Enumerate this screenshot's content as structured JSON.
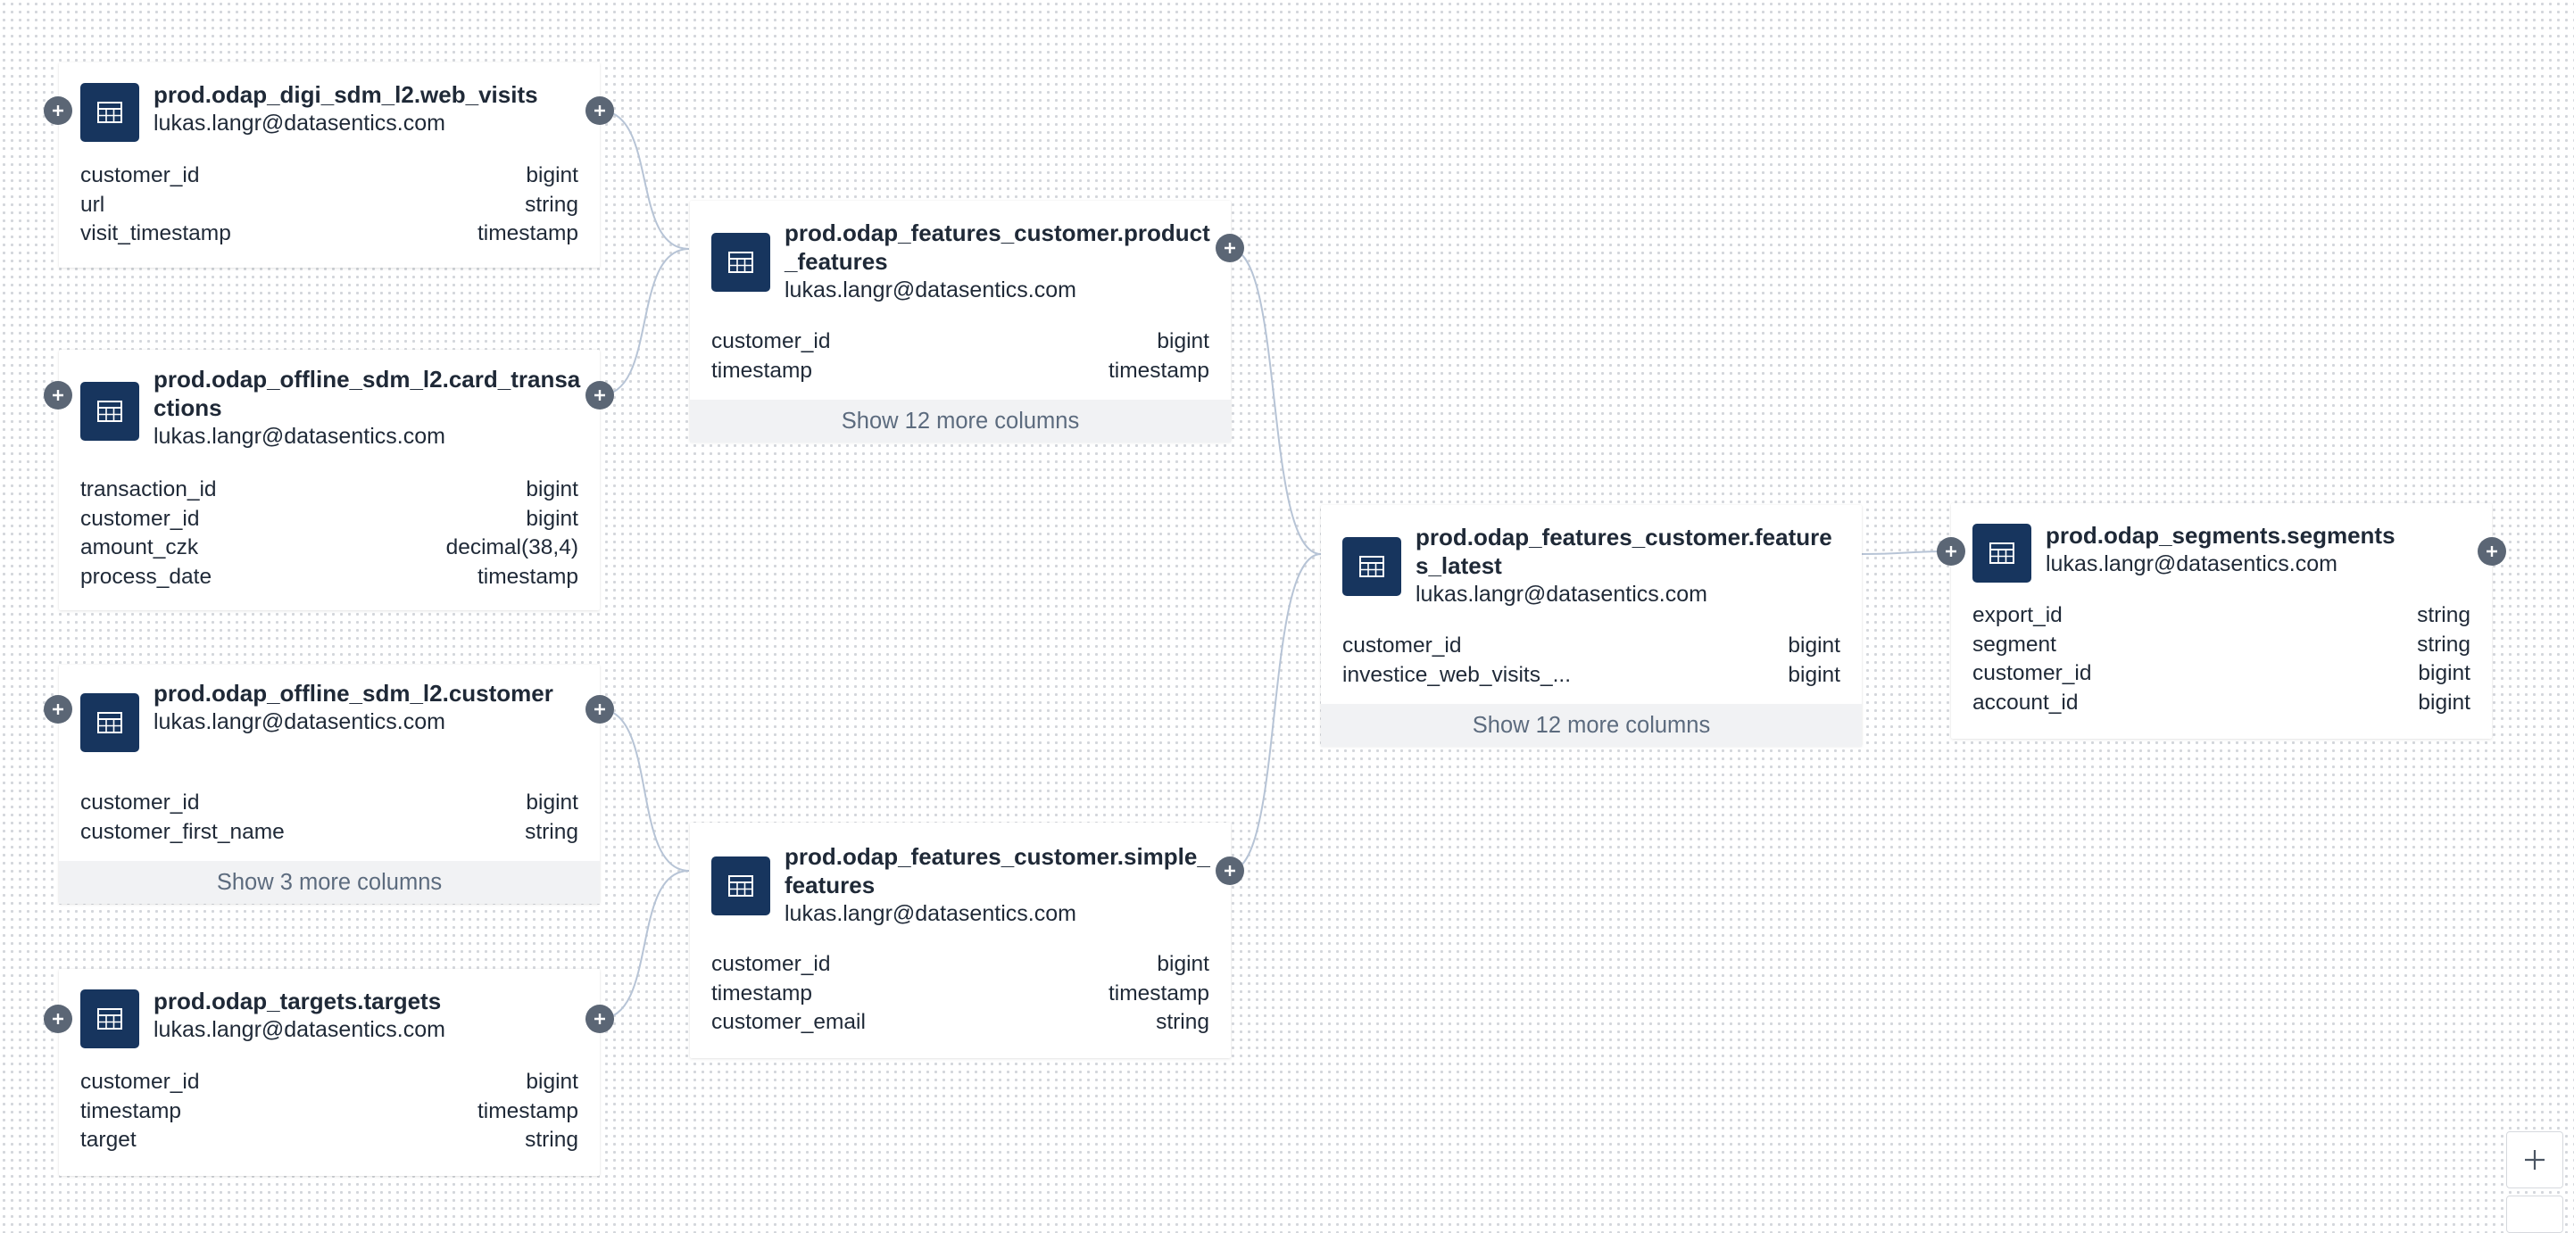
{
  "nodes": {
    "web_visits": {
      "title": "prod.odap_digi_sdm_l2.web_visits",
      "owner": "lukas.langr@datasentics.com",
      "columns": [
        {
          "name": "customer_id",
          "type": "bigint"
        },
        {
          "name": "url",
          "type": "string"
        },
        {
          "name": "visit_timestamp",
          "type": "timestamp"
        }
      ]
    },
    "card_transactions": {
      "title": "prod.odap_offline_sdm_l2.card_transactions",
      "owner": "lukas.langr@datasentics.com",
      "columns": [
        {
          "name": "transaction_id",
          "type": "bigint"
        },
        {
          "name": "customer_id",
          "type": "bigint"
        },
        {
          "name": "amount_czk",
          "type": "decimal(38,4)"
        },
        {
          "name": "process_date",
          "type": "timestamp"
        }
      ]
    },
    "customer": {
      "title": "prod.odap_offline_sdm_l2.customer",
      "owner": "lukas.langr@datasentics.com",
      "columns": [
        {
          "name": "customer_id",
          "type": "bigint"
        },
        {
          "name": "customer_first_name",
          "type": "string"
        }
      ],
      "show_more": "Show 3 more columns"
    },
    "targets": {
      "title": "prod.odap_targets.targets",
      "owner": "lukas.langr@datasentics.com",
      "columns": [
        {
          "name": "customer_id",
          "type": "bigint"
        },
        {
          "name": "timestamp",
          "type": "timestamp"
        },
        {
          "name": "target",
          "type": "string"
        }
      ]
    },
    "product_features": {
      "title": "prod.odap_features_customer.product_features",
      "owner": "lukas.langr@datasentics.com",
      "columns": [
        {
          "name": "customer_id",
          "type": "bigint"
        },
        {
          "name": "timestamp",
          "type": "timestamp"
        }
      ],
      "show_more": "Show 12 more columns"
    },
    "simple_features": {
      "title": "prod.odap_features_customer.simple_features",
      "owner": "lukas.langr@datasentics.com",
      "columns": [
        {
          "name": "customer_id",
          "type": "bigint"
        },
        {
          "name": "timestamp",
          "type": "timestamp"
        },
        {
          "name": "customer_email",
          "type": "string"
        }
      ]
    },
    "features_latest": {
      "title": "prod.odap_features_customer.features_latest",
      "owner": "lukas.langr@datasentics.com",
      "columns": [
        {
          "name": "customer_id",
          "type": "bigint"
        },
        {
          "name": "investice_web_visits_...",
          "type": "bigint"
        }
      ],
      "show_more": "Show 12 more columns"
    },
    "segments": {
      "title": "prod.odap_segments.segments",
      "owner": "lukas.langr@datasentics.com",
      "columns": [
        {
          "name": "export_id",
          "type": "string"
        },
        {
          "name": "segment",
          "type": "string"
        },
        {
          "name": "customer_id",
          "type": "bigint"
        },
        {
          "name": "account_id",
          "type": "bigint"
        }
      ]
    }
  },
  "icons": {
    "node": "table-icon",
    "expand": "plus-icon",
    "zoom_in": "zoom-in-icon"
  },
  "colors": {
    "icon_bg": "#17355e",
    "edge": "#b7c4d6",
    "plus_bg": "#5b6675",
    "show_more_text": "#5c6b7e"
  }
}
